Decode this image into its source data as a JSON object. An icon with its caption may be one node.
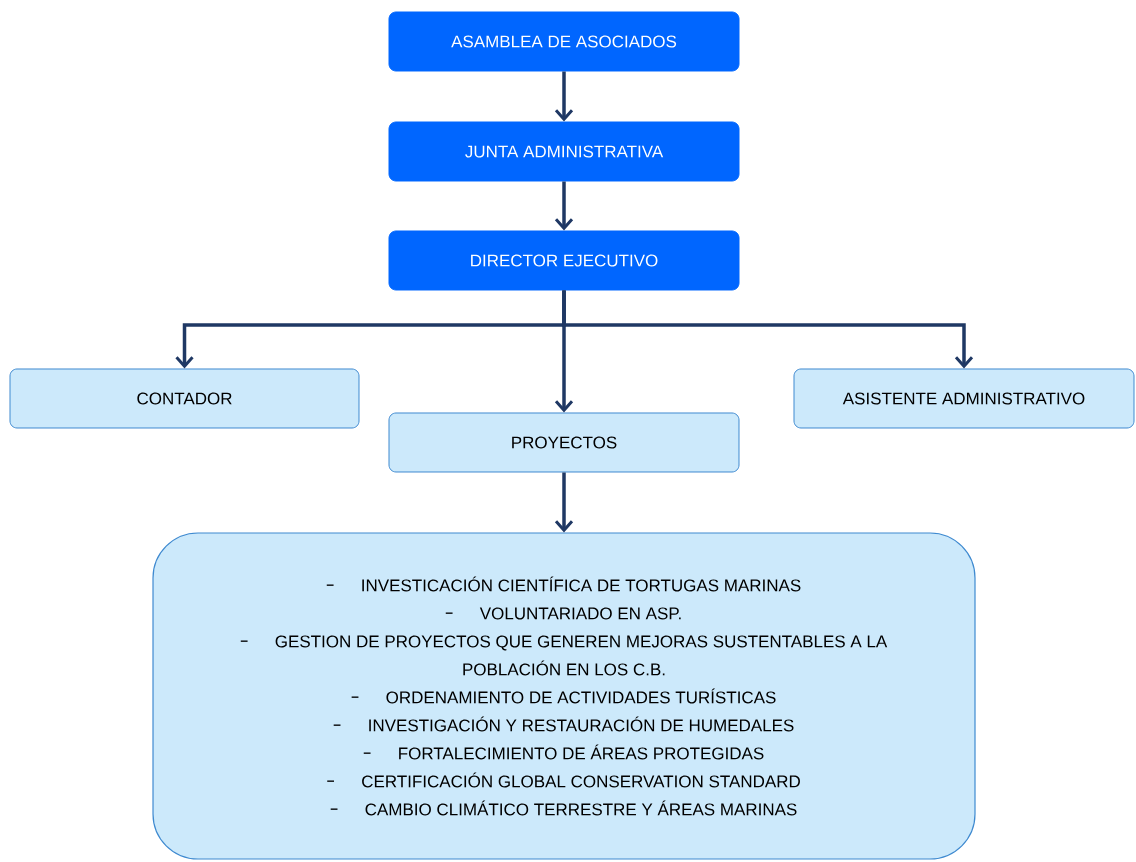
{
  "diagram": {
    "nodes": [
      {
        "text": [
          "ASAMBLEA DE ASOCIADOS"
        ]
      },
      {
        "text": [
          "JUNTA ADMINISTRATIVA"
        ]
      },
      {
        "text": [
          "DIRECTOR EJECUTIVO"
        ]
      },
      {
        "text": [
          "CONTADOR"
        ]
      },
      {
        "text": [
          "PROYECTOS"
        ]
      },
      {
        "text": [
          "ASISTENTE ADMINISTRATIVO"
        ]
      },
      {
        "text": [
          "INVESTICACIÓN CIENTÍFICA DE TORTUGAS MARINAS",
          "VOLUNTARIADO EN ASP.",
          "GESTION DE PROYECTOS QUE GENEREN MEJORAS SUSTENTABLES A LA POBLACIÓN EN LOS C.B.",
          "ORDENAMIENTO DE ACTIVIDADES TURÍSTICAS",
          "INVESTIGACIÓN Y RESTAURACIÓN DE HUMEDALES",
          "FORTALECIMIENTO DE ÁREAS PROTEGIDAS",
          "CERTIFICACIÓN GLOBAL CONSERVATION STANDARD",
          "CAMBIO CLIMÁTICO TERRESTRE Y ÁREAS MARINAS"
        ]
      }
    ],
    "edges": [
      {
        "from": 0,
        "to": 1,
        "arrow": "to"
      },
      {
        "from": 1,
        "to": 2,
        "arrow": "to"
      },
      {
        "from": 2,
        "to": 3,
        "arrow": "to"
      },
      {
        "from": 2,
        "to": 4,
        "arrow": "to"
      },
      {
        "from": 2,
        "to": 5,
        "arrow": "to"
      },
      {
        "from": 4,
        "to": 6,
        "arrow": "to"
      }
    ]
  }
}
